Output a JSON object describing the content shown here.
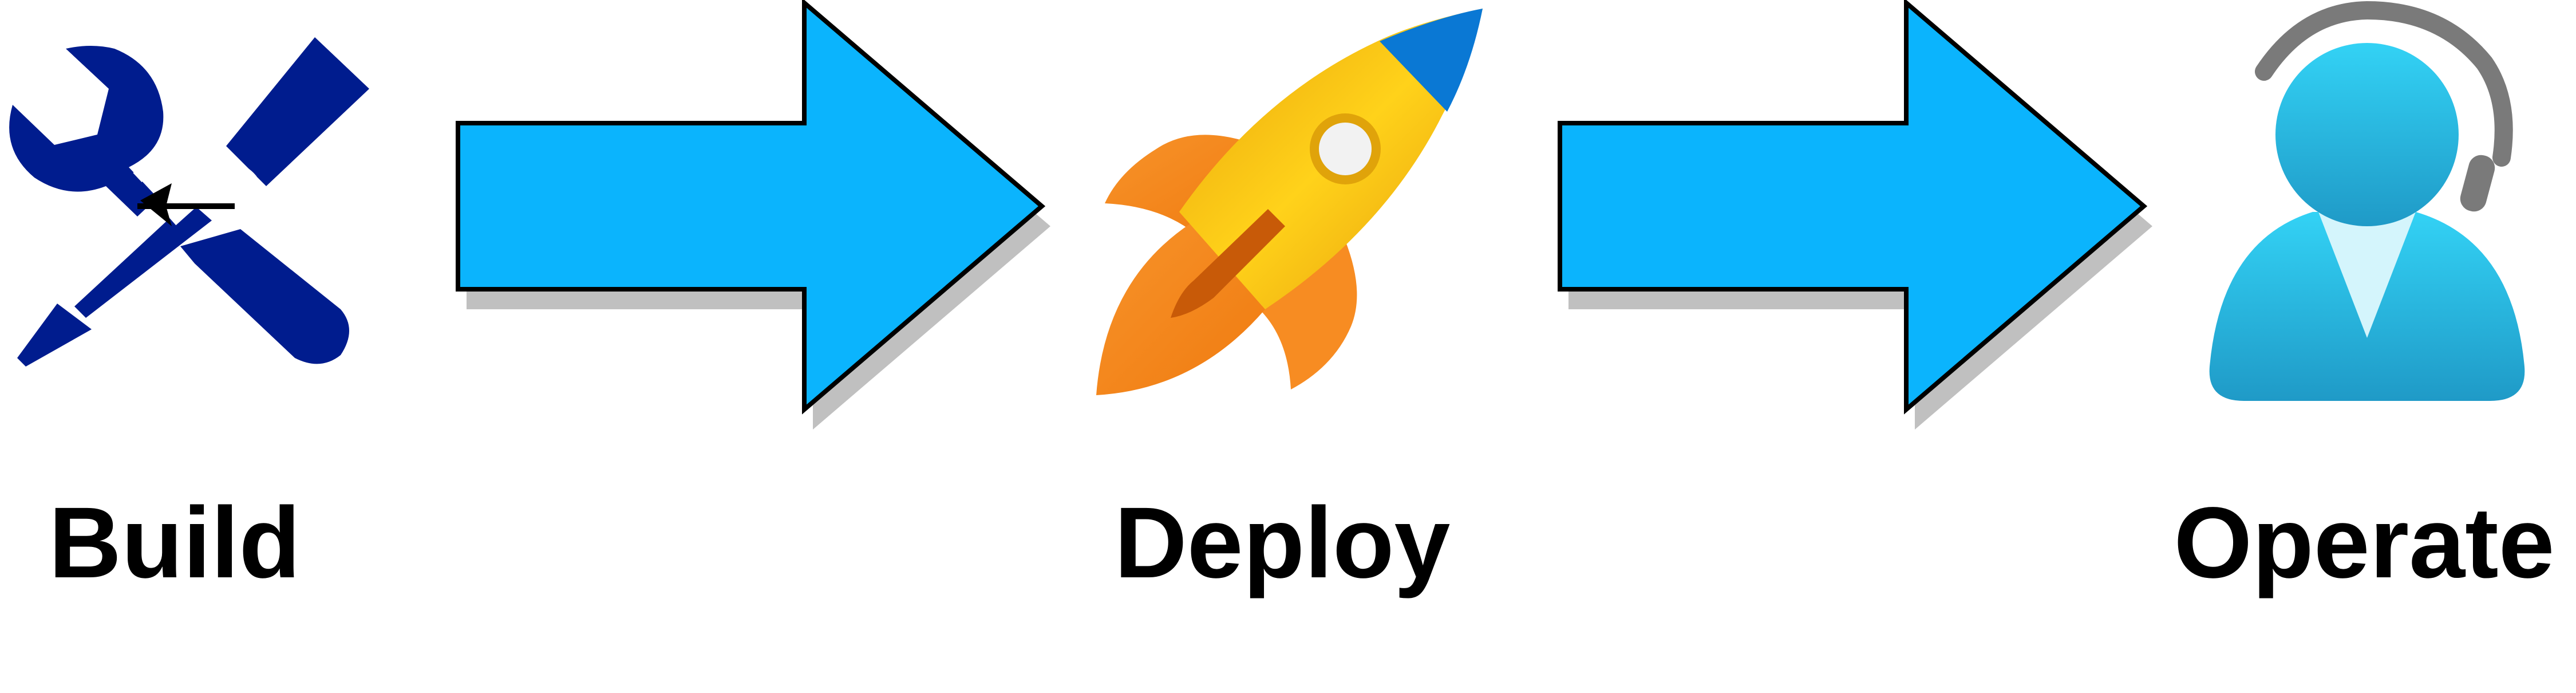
{
  "steps": [
    {
      "label": "Build",
      "icon": "tools-icon"
    },
    {
      "label": "Deploy",
      "icon": "rocket-icon"
    },
    {
      "label": "Operate",
      "icon": "support-person-icon"
    }
  ],
  "colors": {
    "arrow_fill": "#0bb4fd",
    "arrow_shadow": "#c0c0c0",
    "tools": "#001c8e",
    "rocket_body": "#f3b80c",
    "rocket_fin": "#f78c22",
    "rocket_nose": "#0a78d4",
    "person": "#29bfe8",
    "headset": "#7a7a7a"
  }
}
